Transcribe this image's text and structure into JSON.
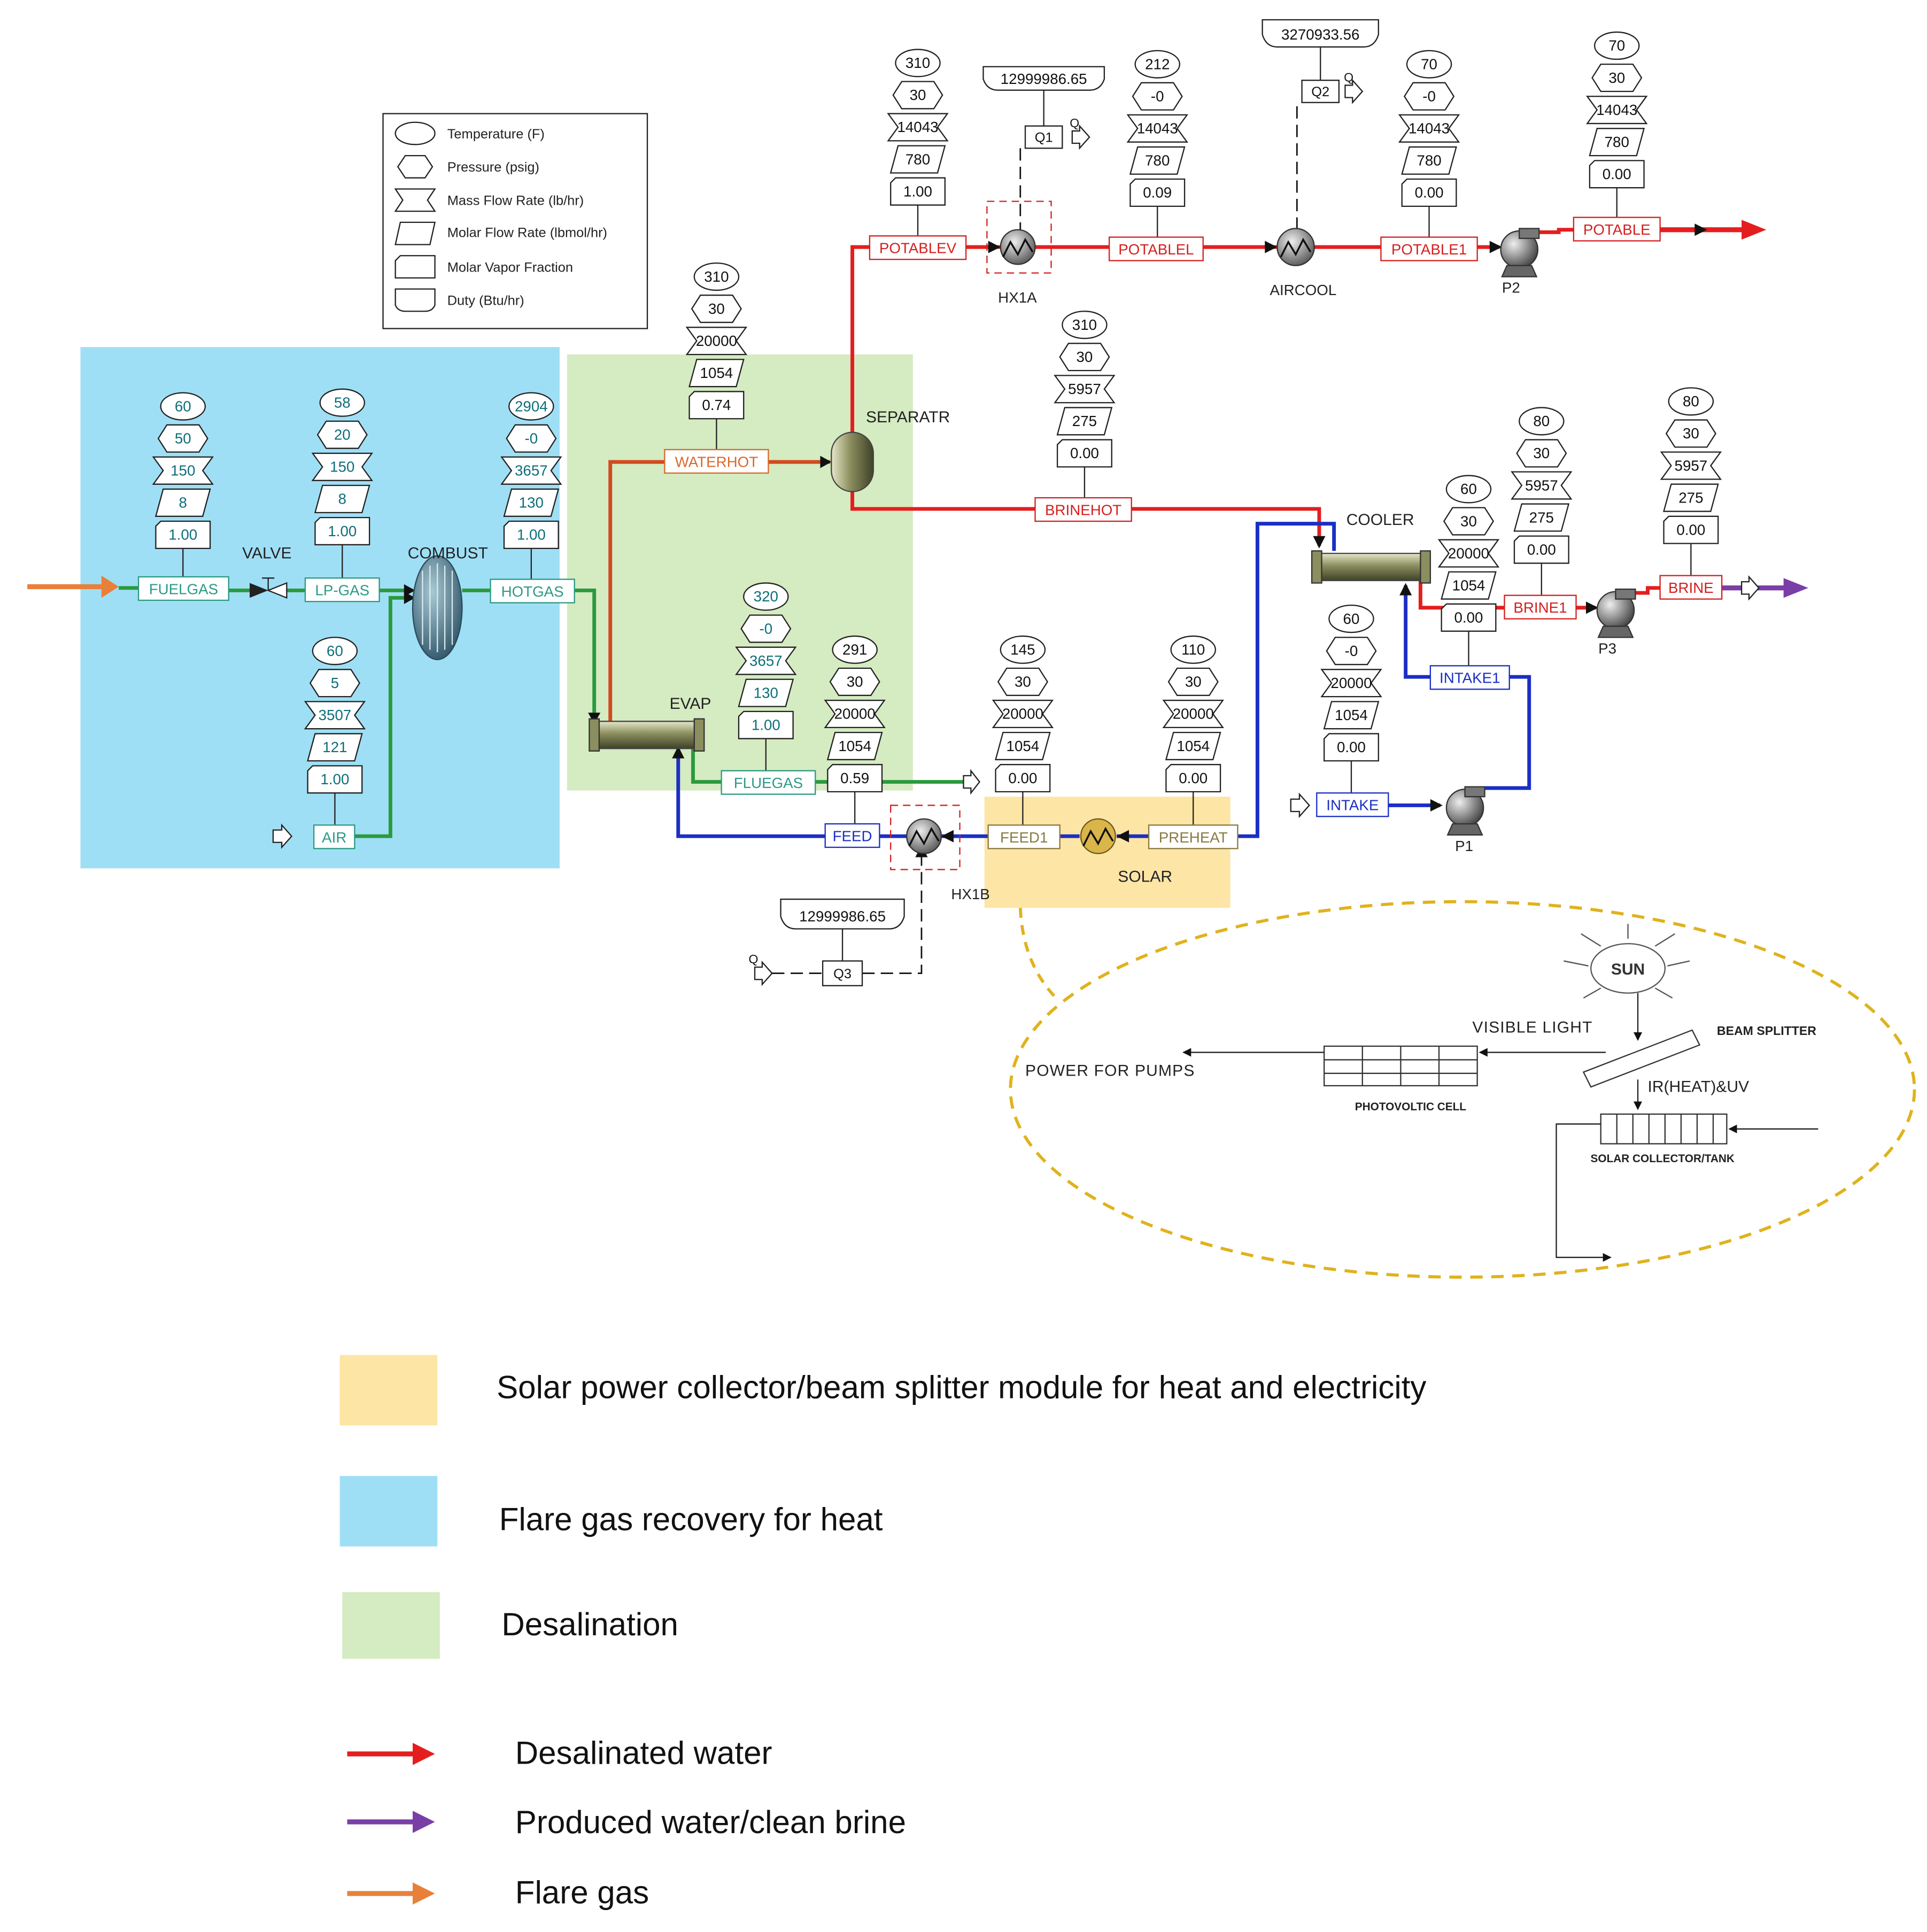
{
  "colors": {
    "desalinated": "#e41e1e",
    "brine": "#7a3fa6",
    "flare": "#e8803a",
    "green_line": "#2b9a3e",
    "blue_line": "#1b2fc4",
    "orange_line": "#d24a1e",
    "solar_zone": "#fde5a6",
    "flare_zone": "#9fdff5",
    "desal_zone": "#d5ebc1",
    "dashed_ellipse": "#e0b21c",
    "tag_teal": "#2b9a85",
    "tag_red": "#d42020",
    "tag_blue": "#1b2fc4",
    "tag_orange": "#d86a2a",
    "tag_olive": "#8a7a40",
    "data_teal": "#0d6e7a"
  },
  "symbol_legend": [
    {
      "shape": "ellipse",
      "label": "Temperature (F)"
    },
    {
      "shape": "hexagon",
      "label": "Pressure (psig)"
    },
    {
      "shape": "bowtie",
      "label": "Mass Flow Rate (lb/hr)"
    },
    {
      "shape": "parallelogram",
      "label": "Molar Flow Rate (lbmol/hr)"
    },
    {
      "shape": "notched",
      "label": "Molar Vapor Fraction"
    },
    {
      "shape": "duty",
      "label": "Duty (Btu/hr)"
    }
  ],
  "streams": {
    "fuelgas": {
      "tag": "FUELGAS",
      "values": [
        "60",
        "50",
        "150",
        "8",
        "1.00"
      ]
    },
    "lpgas": {
      "tag": "LP-GAS",
      "values": [
        "58",
        "20",
        "150",
        "8",
        "1.00"
      ]
    },
    "hotgas": {
      "tag": "HOTGAS",
      "values": [
        "2904",
        "-0",
        "3657",
        "130",
        "1.00"
      ]
    },
    "air": {
      "tag": "AIR",
      "values": [
        "60",
        "5",
        "3507",
        "121",
        "1.00"
      ]
    },
    "waterhot": {
      "tag": "WATERHOT",
      "values": [
        "310",
        "30",
        "20000",
        "1054",
        "0.74"
      ]
    },
    "fluegas": {
      "tag": "FLUEGAS",
      "values": [
        "320",
        "-0",
        "3657",
        "130",
        "1.00"
      ]
    },
    "feed": {
      "tag": "FEED",
      "values": [
        "291",
        "30",
        "20000",
        "1054",
        "0.59"
      ]
    },
    "feed1": {
      "tag": "FEED1",
      "values": [
        "145",
        "30",
        "20000",
        "1054",
        "0.00"
      ]
    },
    "preheat": {
      "tag": "PREHEAT",
      "values": [
        "110",
        "30",
        "20000",
        "1054",
        "0.00"
      ]
    },
    "potablev": {
      "tag": "POTABLEV",
      "values": [
        "310",
        "30",
        "14043",
        "780",
        "1.00"
      ]
    },
    "potablel": {
      "tag": "POTABLEL",
      "values": [
        "212",
        "-0",
        "14043",
        "780",
        "0.09"
      ]
    },
    "potable1": {
      "tag": "POTABLE1",
      "values": [
        "70",
        "-0",
        "14043",
        "780",
        "0.00"
      ]
    },
    "potable": {
      "tag": "POTABLE",
      "values": [
        "70",
        "30",
        "14043",
        "780",
        "0.00"
      ]
    },
    "brinehot": {
      "tag": "BRINEHOT",
      "values": [
        "310",
        "30",
        "5957",
        "275",
        "0.00"
      ]
    },
    "intake1": {
      "tag": "INTAKE1",
      "values": [
        "60",
        "30",
        "20000",
        "1054",
        "0.00"
      ]
    },
    "intake": {
      "tag": "INTAKE",
      "values": [
        "60",
        "-0",
        "20000",
        "1054",
        "0.00"
      ]
    },
    "brine1": {
      "tag": "BRINE1",
      "values": [
        "80",
        "30",
        "5957",
        "275",
        "0.00"
      ]
    },
    "brine": {
      "tag": "BRINE",
      "values": [
        "80",
        "30",
        "5957",
        "275",
        "0.00"
      ]
    }
  },
  "duties": {
    "q1": {
      "tag": "Q1",
      "value": "12999986.65"
    },
    "q2": {
      "tag": "Q2",
      "value": "3270933.56"
    },
    "q3": {
      "tag": "Q3",
      "value": "12999986.65"
    }
  },
  "q_marker": "Q",
  "units": {
    "valve": "VALVE",
    "combust": "COMBUST",
    "evap": "EVAP",
    "separatr": "SEPARATR",
    "hx1a": "HX1A",
    "aircool": "AIRCOOL",
    "p2": "P2",
    "cooler": "COOLER",
    "p3": "P3",
    "p1": "P1",
    "hx1b": "HX1B",
    "solar": "SOLAR"
  },
  "solar_inset": {
    "sun": "SUN",
    "visible_light": "VISIBLE LIGHT",
    "beam_splitter": "BEAM SPLITTER",
    "power_for_pumps": "POWER FOR PUMPS",
    "photovoltic_cell": "PHOTOVOLTIC CELL",
    "ir_heat_uv": "IR(HEAT)&UV",
    "solar_collector": "SOLAR COLLECTOR/TANK"
  },
  "zone_legend": [
    {
      "label": "Solar power collector/beam splitter module for heat and electricity",
      "color": "#fde5a6"
    },
    {
      "label": "Flare gas recovery for heat",
      "color": "#9fdff5"
    },
    {
      "label": "Desalination",
      "color": "#d5ebc1"
    }
  ],
  "arrow_legend": [
    {
      "label": "Desalinated water",
      "color": "#e41e1e"
    },
    {
      "label": "Produced water/clean brine",
      "color": "#7a3fa6"
    },
    {
      "label": "Flare gas",
      "color": "#e8803a"
    }
  ]
}
